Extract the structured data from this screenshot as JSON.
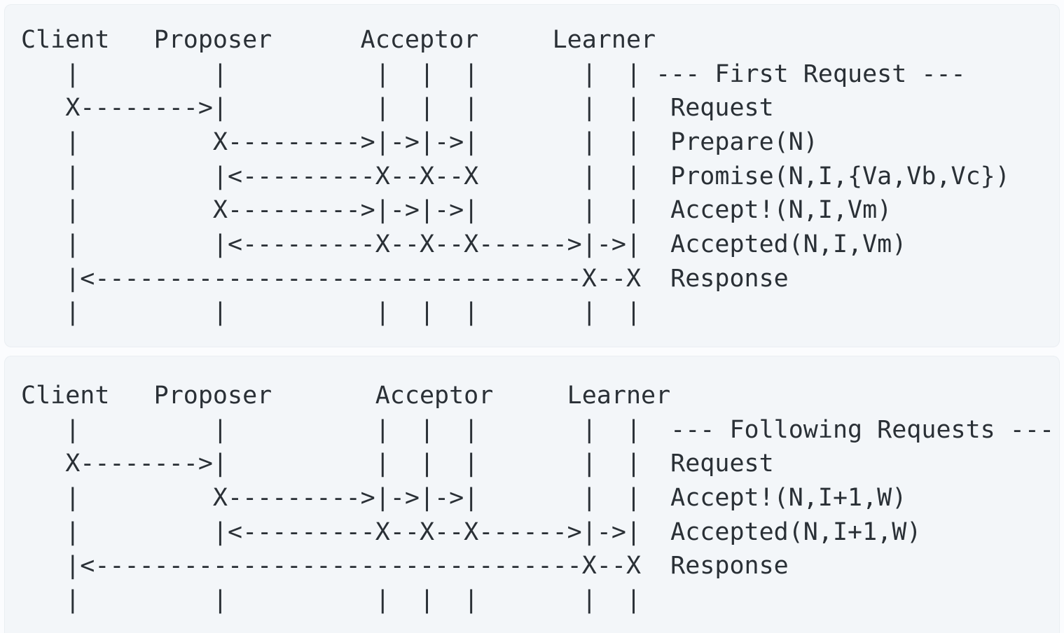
{
  "colors": {
    "page_background": "#fbfcfe",
    "code_block_background": "#f3f6f9",
    "text_color": "#2a3036"
  },
  "actors": [
    "Client",
    "Proposer",
    "Acceptor",
    "Learner"
  ],
  "first_request_block": {
    "actors_header": "Client   Proposer      Acceptor     Learner",
    "phase_label": "--- First Request ---",
    "message_labels": [
      "Request",
      "Prepare(N)",
      "Promise(N,I,{Va,Vb,Vc})",
      "Accept!(N,I,Vm)",
      "Accepted(N,I,Vm)",
      "Response"
    ],
    "ascii_lines": [
      "Client   Proposer      Acceptor     Learner",
      "   |         |          |  |  |       |  | --- First Request ---",
      "   X-------->|          |  |  |       |  |  Request",
      "   |         X--------->|->|->|       |  |  Prepare(N)",
      "   |         |<---------X--X--X       |  |  Promise(N,I,{Va,Vb,Vc})",
      "   |         X--------->|->|->|       |  |  Accept!(N,I,Vm)",
      "   |         |<---------X--X--X------>|->|  Accepted(N,I,Vm)",
      "   |<---------------------------------X--X  Response",
      "   |         |          |  |  |       |  |"
    ]
  },
  "following_requests_block": {
    "actors_header": "Client   Proposer       Acceptor     Learner",
    "phase_label": "--- Following Requests ---",
    "message_labels": [
      "Request",
      "Accept!(N,I+1,W)",
      "Accepted(N,I+1,W)",
      "Response"
    ],
    "ascii_lines": [
      "Client   Proposer       Acceptor     Learner",
      "   |         |          |  |  |       |  |  --- Following Requests ---",
      "   X-------->|          |  |  |       |  |  Request",
      "   |         X--------->|->|->|       |  |  Accept!(N,I+1,W)",
      "   |         |<---------X--X--X------>|->|  Accepted(N,I+1,W)",
      "   |<---------------------------------X--X  Response",
      "   |         |          |  |  |       |  |"
    ]
  }
}
